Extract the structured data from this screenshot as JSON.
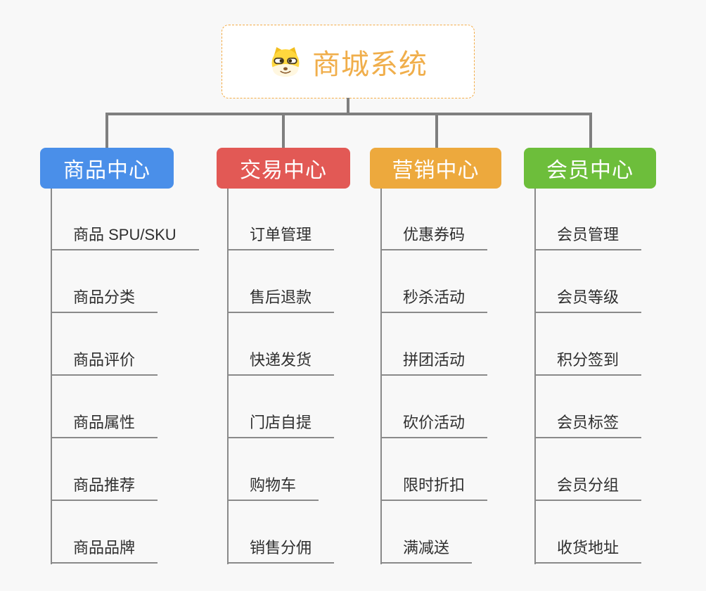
{
  "root": {
    "title": "商城系统",
    "icon": "dog-face-icon",
    "title_color": "#F0AE4B",
    "border_color": "#F3AC47"
  },
  "colors": {
    "background": "#F8F8F8",
    "connector": "#7F7F7F",
    "underline": "#8A8A8A",
    "item_text": "#2F2F2F"
  },
  "branches": [
    {
      "label": "商品中心",
      "color": "#4A8FE9",
      "items": [
        {
          "label": "商品 SPU/SKU"
        },
        {
          "label": "商品分类"
        },
        {
          "label": "商品评价"
        },
        {
          "label": "商品属性"
        },
        {
          "label": "商品推荐"
        },
        {
          "label": "商品品牌"
        }
      ]
    },
    {
      "label": "交易中心",
      "color": "#E25955",
      "items": [
        {
          "label": "订单管理"
        },
        {
          "label": "售后退款"
        },
        {
          "label": "快递发货"
        },
        {
          "label": "门店自提"
        },
        {
          "label": "购物车"
        },
        {
          "label": "销售分佣"
        }
      ]
    },
    {
      "label": "营销中心",
      "color": "#EDA93D",
      "items": [
        {
          "label": "优惠券码"
        },
        {
          "label": "秒杀活动"
        },
        {
          "label": "拼团活动"
        },
        {
          "label": "砍价活动"
        },
        {
          "label": "限时折扣"
        },
        {
          "label": "满减送"
        }
      ]
    },
    {
      "label": "会员中心",
      "color": "#6DBE3B",
      "items": [
        {
          "label": "会员管理"
        },
        {
          "label": "会员等级"
        },
        {
          "label": "积分签到"
        },
        {
          "label": "会员标签"
        },
        {
          "label": "会员分组"
        },
        {
          "label": "收货地址"
        }
      ]
    }
  ]
}
